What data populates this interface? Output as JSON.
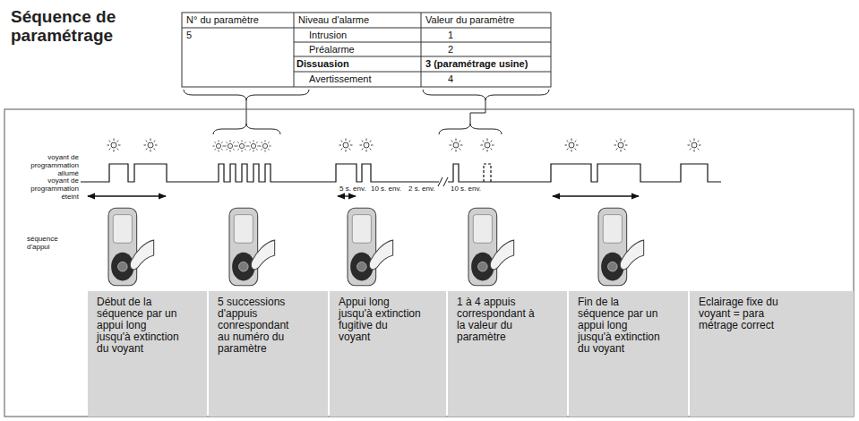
{
  "diagram": {
    "title": "Séquence de paramétrage",
    "nodes": [
      {
        "text": [
          "Début de la séquence par un appui long jusqu'à extinction du voyant"
        ]
      },
      {
        "text": [
          "5 successions d'appuis conrespondant au numéro du paramètre"
        ]
      },
      {
        "text": [
          "Appui long jusqu'à extinction fugitive du voyant"
        ]
      },
      {
        "text": [
          "1 à 4 appuis correspondant à la valeur du paramètre"
        ]
      },
      {
        "text": [
          "Fin de la séquence par un appui long jusqu'à extinction du voyant"
        ]
      },
      {
        "text": [
          "Eclairage fixe du voyant = para métrage correct"
        ]
      }
    ],
    "labels": [
      "N° du paramètre",
      "Niveau d'alarme",
      "Valeur du paramètre",
      "5",
      "Intrusion",
      "1",
      "Préalarme",
      "2",
      "Dissuasion",
      "3 (paramétrage usine)",
      "Avertissement",
      "4",
      "voyant de programmation allumé",
      "voyant de programmation éteint",
      "5 s. env.",
      "10 s. env.",
      "2 s. env.",
      "10 s. env.",
      "séquence d'appui"
    ]
  }
}
